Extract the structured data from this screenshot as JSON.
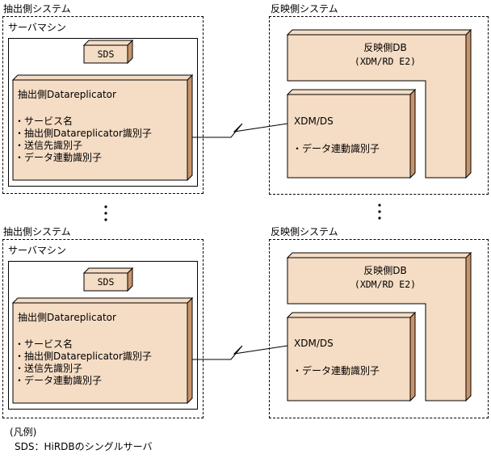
{
  "blocks": [
    {
      "extract_system_label": "抽出側システム",
      "server_label": "サーバマシン",
      "sds_label": "SDS",
      "datareplicator_title": "抽出側Datareplicator",
      "datareplicator_items": [
        "・サービス名",
        "・抽出側Datareplicator識別子",
        "・送信先識別子",
        "・データ連動識別子"
      ],
      "reflect_system_label": "反映側システム",
      "db_title": "反映側DB",
      "db_subtitle": "(XDM/RD E2)",
      "xdmds_title": "XDM/DS",
      "xdmds_item": "・データ連動識別子"
    },
    {
      "extract_system_label": "抽出側システム",
      "server_label": "サーバマシン",
      "sds_label": "SDS",
      "datareplicator_title": "抽出側Datareplicator",
      "datareplicator_items": [
        "・サービス名",
        "・抽出側Datareplicator識別子",
        "・送信先識別子",
        "・データ連動識別子"
      ],
      "reflect_system_label": "反映側システム",
      "db_title": "反映側DB",
      "db_subtitle": "(XDM/RD E2)",
      "xdmds_title": "XDM/DS",
      "xdmds_item": "・データ連動識別子"
    }
  ],
  "legend": {
    "title": "(凡例)",
    "entry": "SDS：HiRDBのシングルサーバ"
  },
  "colors": {
    "box_face": "#f5dcc4",
    "box_side": "#c8946a",
    "line": "#000000"
  }
}
